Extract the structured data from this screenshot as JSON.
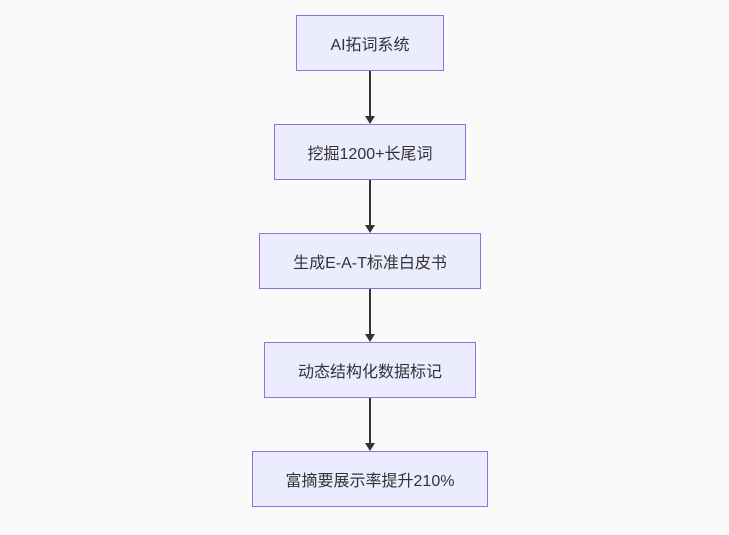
{
  "diagram": {
    "type": "flowchart",
    "direction": "top-down",
    "nodes": [
      {
        "id": "n1",
        "label": "AI拓词系统"
      },
      {
        "id": "n2",
        "label": "挖掘1200+长尾词"
      },
      {
        "id": "n3",
        "label": "生成E-A-T标准白皮书"
      },
      {
        "id": "n4",
        "label": "动态结构化数据标记"
      },
      {
        "id": "n5",
        "label": "富摘要展示率提升210%"
      }
    ],
    "edges": [
      {
        "from": "n1",
        "to": "n2",
        "style": "arrow"
      },
      {
        "from": "n2",
        "to": "n3",
        "style": "arrow"
      },
      {
        "from": "n3",
        "to": "n4",
        "style": "arrow"
      },
      {
        "from": "n4",
        "to": "n5",
        "style": "arrow"
      }
    ],
    "colors": {
      "background": "#FAFAFA",
      "node_fill": "#ECECFF",
      "node_border": "#9370DB",
      "text": "#333333",
      "arrow": "#333333"
    }
  }
}
